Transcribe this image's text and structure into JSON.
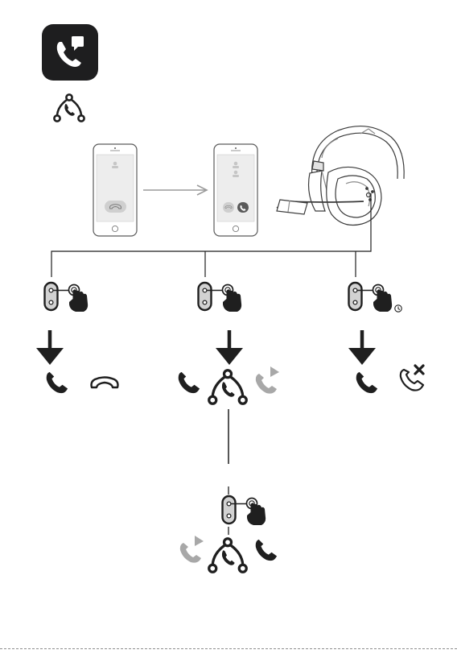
{
  "colors": {
    "ink": "#1f1f1f",
    "muted": "#9a9a9a",
    "lightGray": "#c9c9c9",
    "screenFill": "#ededed",
    "iconTile": "#1e1e1f",
    "white": "#ffffff"
  },
  "icons": {
    "feature": "call-waiting-icon",
    "flowLegend": "call-switch-icon",
    "holdAction": "call-hold-icon",
    "hangUp": "hang-up-icon",
    "answer": "phone-answer-icon",
    "reject": "call-reject-icon",
    "press": "press-hand-icon",
    "longPress": "long-press-timer-icon"
  },
  "scenarios": [
    {
      "id": "single-press",
      "pressType": "short",
      "result": [
        "phone-answer-icon",
        "hang-up-icon"
      ]
    },
    {
      "id": "switch-calls",
      "pressType": "short",
      "result": [
        "phone-answer-icon",
        "call-switch-icon",
        "call-hold-icon"
      ]
    },
    {
      "id": "reject-waiting",
      "pressType": "long",
      "result": [
        "phone-answer-icon",
        "call-reject-icon"
      ]
    },
    {
      "id": "switch-back",
      "pressType": "short",
      "result": [
        "call-hold-icon",
        "call-switch-icon",
        "phone-answer-icon"
      ]
    }
  ]
}
